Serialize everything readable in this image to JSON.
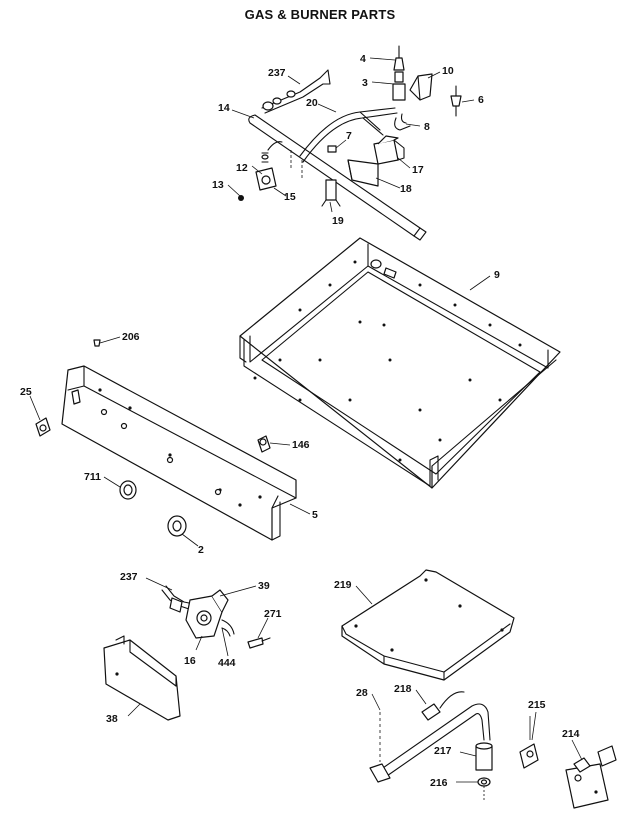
{
  "diagram": {
    "title": "GAS & BURNER PARTS",
    "callouts": [
      {
        "id": "237a",
        "text": "237"
      },
      {
        "id": "4",
        "text": "4"
      },
      {
        "id": "3",
        "text": "3"
      },
      {
        "id": "10",
        "text": "10"
      },
      {
        "id": "6",
        "text": "6"
      },
      {
        "id": "14",
        "text": "14"
      },
      {
        "id": "20",
        "text": "20"
      },
      {
        "id": "8",
        "text": "8"
      },
      {
        "id": "7",
        "text": "7"
      },
      {
        "id": "17",
        "text": "17"
      },
      {
        "id": "12",
        "text": "12"
      },
      {
        "id": "18",
        "text": "18"
      },
      {
        "id": "13",
        "text": "13"
      },
      {
        "id": "15",
        "text": "15"
      },
      {
        "id": "19",
        "text": "19"
      },
      {
        "id": "9",
        "text": "9"
      },
      {
        "id": "206",
        "text": "206"
      },
      {
        "id": "25",
        "text": "25"
      },
      {
        "id": "146",
        "text": "146"
      },
      {
        "id": "711",
        "text": "711"
      },
      {
        "id": "5",
        "text": "5"
      },
      {
        "id": "2",
        "text": "2"
      },
      {
        "id": "237b",
        "text": "237"
      },
      {
        "id": "39",
        "text": "39"
      },
      {
        "id": "271",
        "text": "271"
      },
      {
        "id": "16",
        "text": "16"
      },
      {
        "id": "444",
        "text": "444"
      },
      {
        "id": "38",
        "text": "38"
      },
      {
        "id": "219",
        "text": "219"
      },
      {
        "id": "28",
        "text": "28"
      },
      {
        "id": "218",
        "text": "218"
      },
      {
        "id": "215",
        "text": "215"
      },
      {
        "id": "217",
        "text": "217"
      },
      {
        "id": "214",
        "text": "214"
      },
      {
        "id": "216",
        "text": "216"
      }
    ]
  }
}
